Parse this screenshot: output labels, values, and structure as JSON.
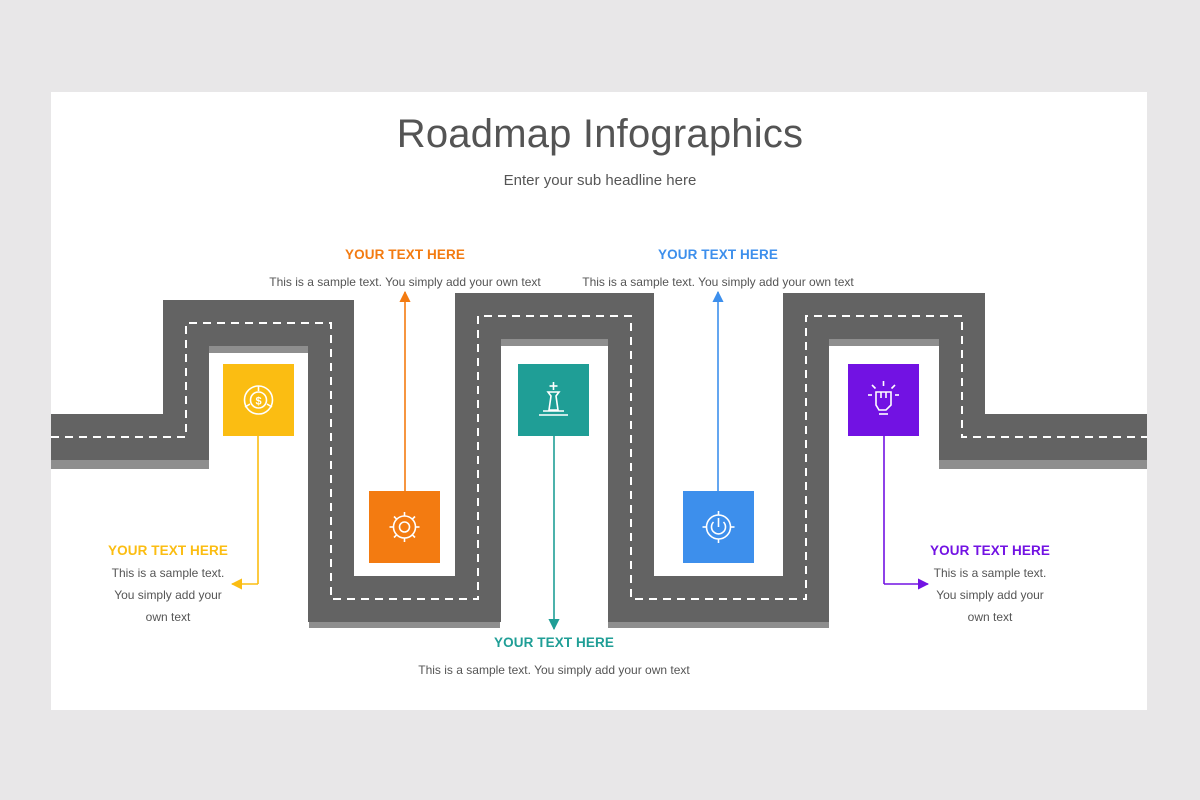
{
  "title": "Roadmap Infographics",
  "subtitle": "Enter your sub headline here",
  "colors": {
    "road": "#636363",
    "road_shadow": "#8e8e8e",
    "dash": "#ffffff",
    "background": "#e8e7e8",
    "card": "#ffffff",
    "text": "#555555"
  },
  "steps": [
    {
      "heading": "YOUR TEXT HERE",
      "body_lines": [
        "This is a sample text.",
        "You simply add your",
        "own text"
      ],
      "color": "#fbbd12",
      "icon": "dollar-gear-icon"
    },
    {
      "heading": "YOUR TEXT HERE",
      "body_lines": [
        "This is a sample text. You simply add your own text"
      ],
      "color": "#f37b11",
      "icon": "gear-icon"
    },
    {
      "heading": "YOUR TEXT HERE",
      "body_lines": [
        "This is a sample text. You simply add your own text"
      ],
      "color": "#1f9e96",
      "icon": "chess-king-icon"
    },
    {
      "heading": "YOUR TEXT HERE",
      "body_lines": [
        "This is a sample text. You simply add your own text"
      ],
      "color": "#3d8fec",
      "icon": "power-gear-icon"
    },
    {
      "heading": "YOUR TEXT HERE",
      "body_lines": [
        "This is a sample text.",
        "You simply add your",
        "own text"
      ],
      "color": "#7212e3",
      "icon": "raised-fist-icon"
    }
  ]
}
